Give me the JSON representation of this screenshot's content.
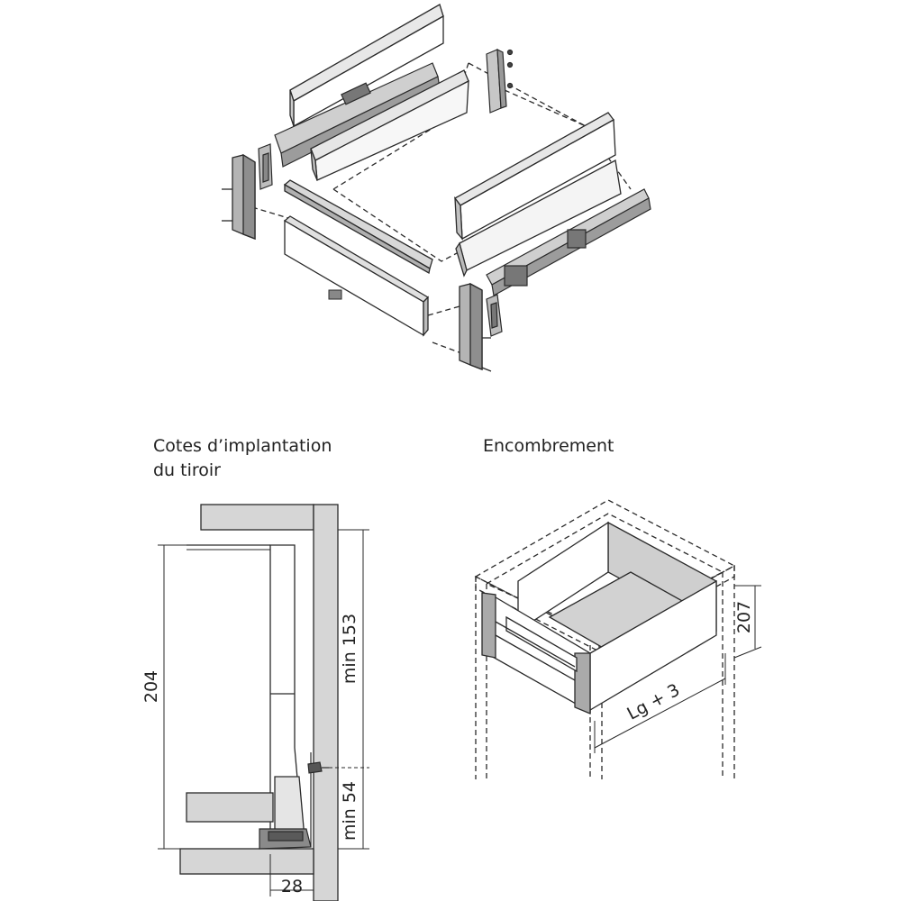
{
  "labels": {
    "implant_line1": "Cotes d’implantation",
    "implant_line2": "du tiroir",
    "encombrement": "Encombrement"
  },
  "dimensions": {
    "height_total": "204",
    "min_top": "min 153",
    "min_bottom": "min 54",
    "width_bottom": "28",
    "height_box": "207",
    "length": "Lg + 3"
  },
  "colors": {
    "panel_fill": "#d6d6d6",
    "panel_dark": "#a9a9a9",
    "stroke": "#2a2a2a"
  }
}
